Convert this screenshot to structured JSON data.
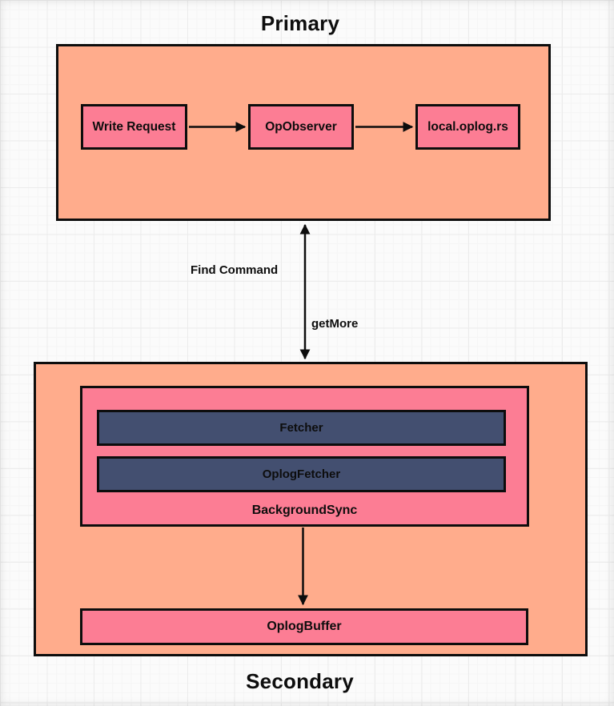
{
  "diagram": {
    "primary": {
      "title": "Primary",
      "nodes": [
        {
          "id": "write-request",
          "label": "Write Request"
        },
        {
          "id": "op-observer",
          "label": "OpObserver"
        },
        {
          "id": "local-oplog-rs",
          "label": "local.oplog.rs"
        }
      ]
    },
    "link": {
      "find_label": "Find Command",
      "getmore_label": "getMore"
    },
    "secondary": {
      "title": "Secondary",
      "background_sync": {
        "label": "BackgroundSync",
        "children": [
          {
            "id": "fetcher",
            "label": "Fetcher"
          },
          {
            "id": "oplog-fetcher",
            "label": "OplogFetcher"
          }
        ]
      },
      "oplog_buffer": {
        "label": "OplogBuffer"
      }
    },
    "colors": {
      "container_fill": "#FFAC8C",
      "node_fill": "#FC7D94",
      "module_fill": "#434F70",
      "stroke": "#0D0D0D",
      "canvas_bg": "#FBFBFB",
      "grid_major": "#ECECEC",
      "grid_minor": "#F5F5F5"
    }
  }
}
